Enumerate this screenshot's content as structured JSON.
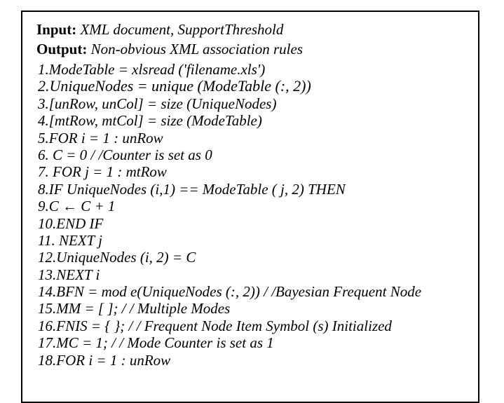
{
  "header": {
    "input_label": "Input:",
    "input_value": "XML document, SupportThreshold",
    "output_label": "Output:",
    "output_value": "Non-obvious XML association rules"
  },
  "lines": [
    "1.ModeTable = xlsread ('filename.xls')",
    "2.UniqueNodes = unique (ModeTable (:, 2))",
    "3.[unRow, unCol] = size (UniqueNodes)",
    "4.[mtRow, mtCol] = size (ModeTable)",
    "5.FOR i = 1 : unRow",
    "6. C = 0 / /Counter is set as 0",
    "7. FOR j = 1 : mtRow",
    "8.IF UniqueNodes (i,1) == ModeTable ( j, 2) THEN",
    "9.C ← C + 1",
    "10.END IF",
    "11. NEXT j",
    "12.UniqueNodes (i, 2) = C",
    "13.NEXT i",
    "14.BFN = mod e(UniqueNodes (:, 2)) / /Bayesian Frequent Node",
    "15.MM = [ ]; / / Multiple Modes",
    "16.FNIS = { }; / / Frequent Node Item Symbol (s) Initialized",
    "17.MC = 1; / / Mode Counter is set as 1",
    "18.FOR i = 1 : unRow"
  ]
}
